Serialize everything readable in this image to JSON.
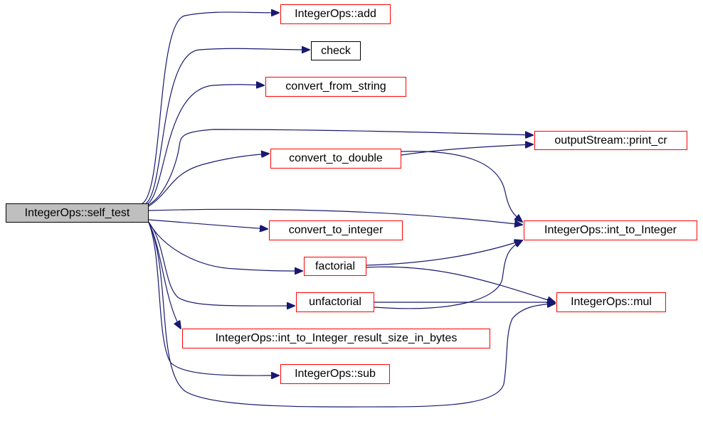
{
  "nodes": {
    "self_test": "IntegerOps::self_test",
    "add": "IntegerOps::add",
    "check": "check",
    "convert_from_string": "convert_from_string",
    "print_cr": "outputStream::print_cr",
    "convert_to_double": "convert_to_double",
    "int_to_Integer": "IntegerOps::int_to_Integer",
    "convert_to_integer": "convert_to_integer",
    "factorial": "factorial",
    "mul": "IntegerOps::mul",
    "unfactorial": "unfactorial",
    "result_size": "IntegerOps::int_to_Integer_result_size_in_bytes",
    "sub": "IntegerOps::sub"
  },
  "colors": {
    "edge": "#191970",
    "documented_border": "#ff0000",
    "undocumented_border": "#000000",
    "root_fill": "#bfbfbf"
  }
}
